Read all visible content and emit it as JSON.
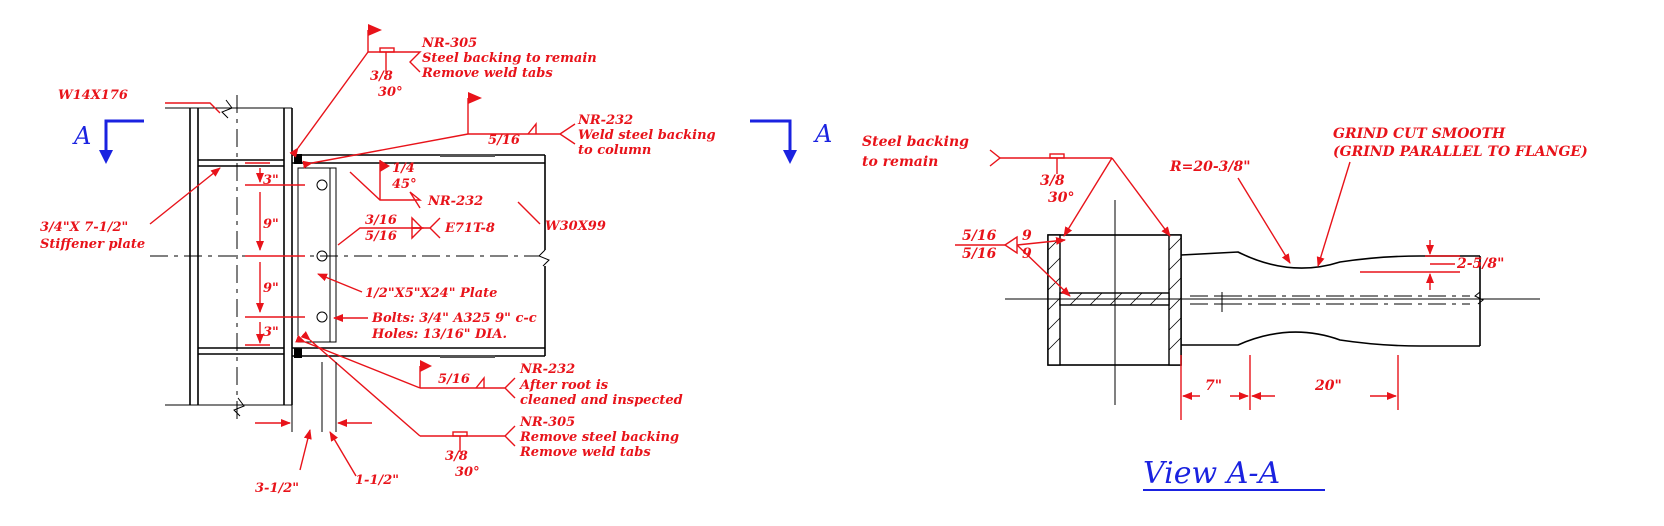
{
  "colors": {
    "annotation": "#e8131a",
    "section": "#1a22e0",
    "geometry": "#000000"
  },
  "left_detail": {
    "column_label": "W14X176",
    "beam_label": "W30X99",
    "section_marker_left": "A",
    "section_marker_right": "A",
    "stiffener": {
      "line1": "3/4\"X 7-1/2\"",
      "line2": "Stiffener plate"
    },
    "weld_top": {
      "code": "NR-305",
      "line1": "Steel backing to remain",
      "line2": "Remove weld tabs",
      "size": "3/8",
      "angle": "30°"
    },
    "weld_backing": {
      "size": "5/16",
      "code": "NR-232",
      "line1": "Weld steel backing",
      "line2": "to column"
    },
    "weld_fillet": {
      "size": "1/4",
      "angle": "45°",
      "code": "NR-232"
    },
    "weld_shear": {
      "size_top": "3/16",
      "size_bottom": "5/16",
      "electrode": "E71T-8"
    },
    "shear_plate": "1/2\"X5\"X24\" Plate",
    "bolts": {
      "line1": "Bolts: 3/4\" A325 9\" c-c",
      "line2": "Holes: 13/16\" DIA."
    },
    "weld_root": {
      "size": "5/16",
      "code": "NR-232",
      "line1": "After root is",
      "line2": "cleaned and inspected"
    },
    "weld_bottom": {
      "code": "NR-305",
      "line1": "Remove steel backing",
      "line2": "Remove weld tabs",
      "size": "3/8",
      "angle": "30°"
    },
    "dims": {
      "d1": "3\"",
      "d2": "9\"",
      "d3": "9\"",
      "d4": "3\"",
      "gap1": "3-1/2\"",
      "gap2": "1-1/2\""
    }
  },
  "right_detail": {
    "title": "View A-A",
    "backing": {
      "line1": "Steel backing",
      "line2": "to remain",
      "size": "3/8",
      "angle": "30°"
    },
    "groove": {
      "size_top": "5/16",
      "size_bottom": "5/16",
      "len_top": "9",
      "len_bottom": "9"
    },
    "radius": "R=20-3/8\"",
    "grind": {
      "line1": "GRIND CUT SMOOTH",
      "line2": "(GRIND PARALLEL TO FLANGE)"
    },
    "depth": "2-5/8\"",
    "dim_a": "7\"",
    "dim_b": "20\""
  }
}
